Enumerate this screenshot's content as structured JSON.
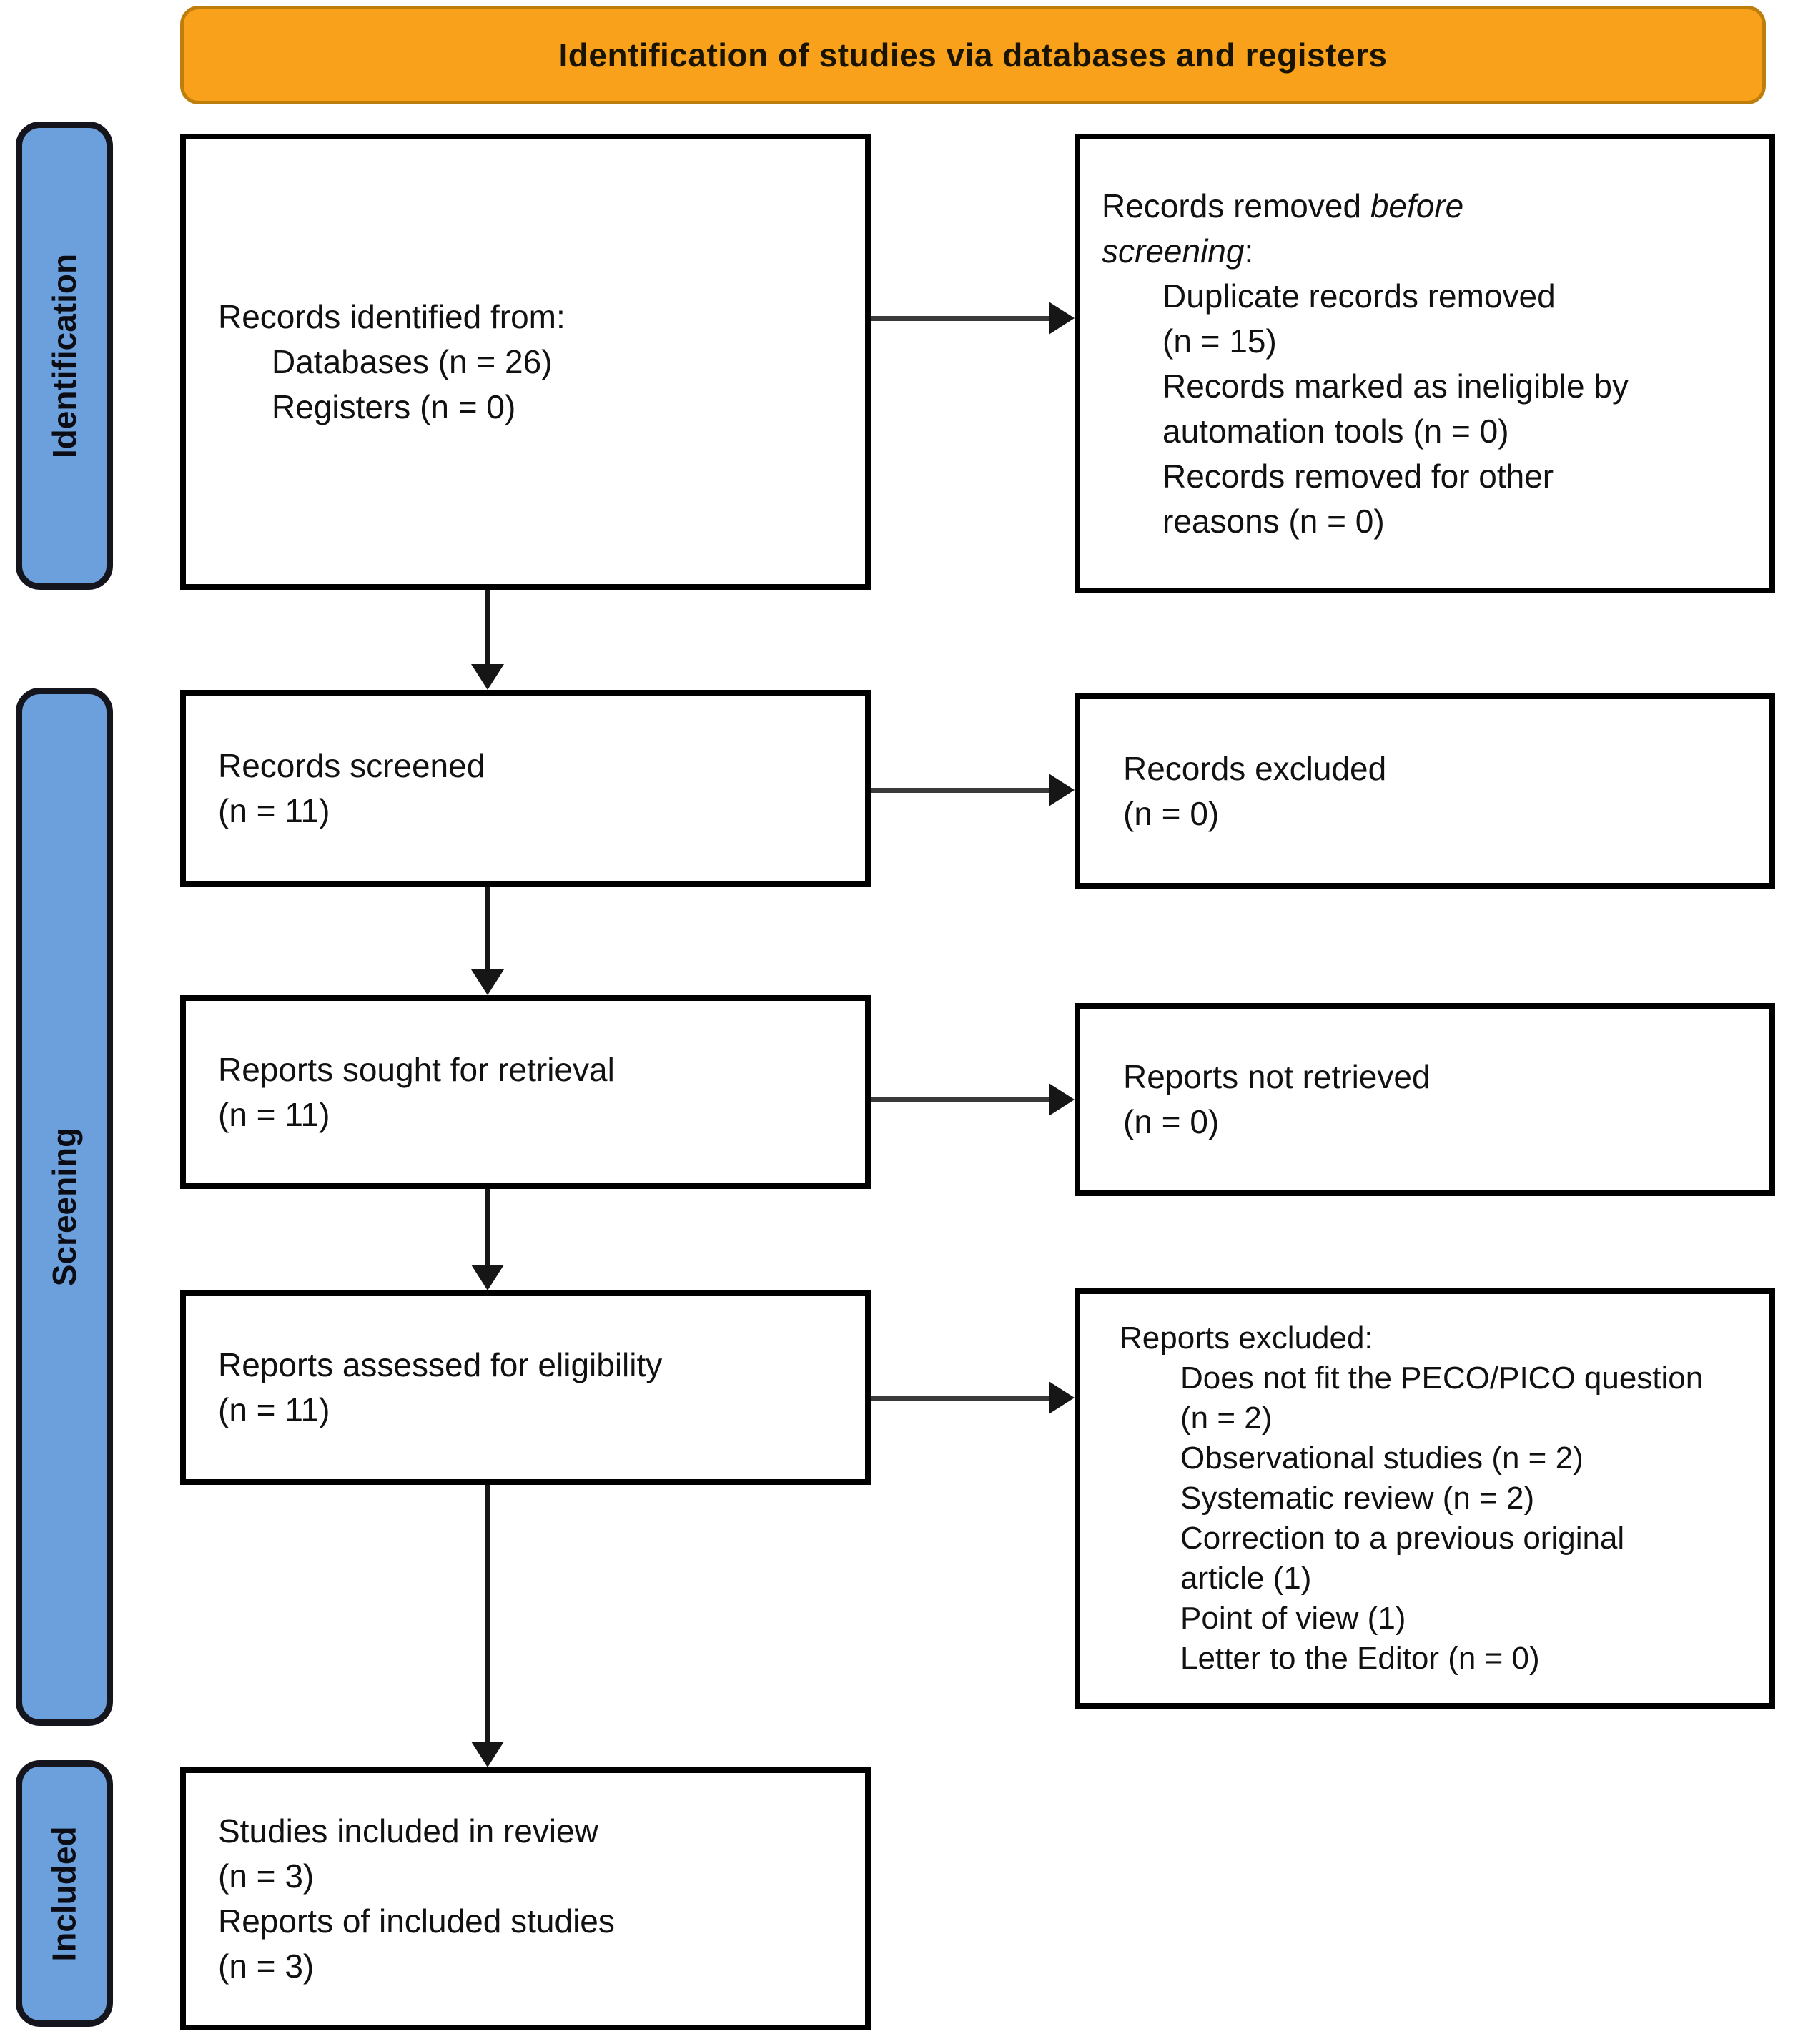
{
  "header": {
    "title": "Identification of studies via databases and registers"
  },
  "sidebar": {
    "identification": "Identification",
    "screening": "Screening",
    "included": "Included"
  },
  "flow": {
    "identified": {
      "title": "Records identified from:",
      "items": [
        "Databases (n = 26)",
        "Registers (n = 0)"
      ]
    },
    "removed": {
      "prefix": "Records removed ",
      "italic": "before screening",
      "suffix": ":",
      "items": [
        "Duplicate records removed (n = 15)",
        "Records marked as ineligible by automation tools (n = 0)",
        "Records removed for other reasons (n = 0)"
      ]
    },
    "screened": {
      "line1": "Records screened",
      "line2": "(n = 11)"
    },
    "records_excluded": {
      "line1": "Records excluded",
      "line2": "(n = 0)"
    },
    "sought": {
      "line1": "Reports sought for retrieval",
      "line2": "(n = 11)"
    },
    "not_retrieved": {
      "line1": "Reports not retrieved",
      "line2": "(n = 0)"
    },
    "assessed": {
      "line1": "Reports assessed for eligibility",
      "line2": "(n = 11)"
    },
    "reports_excluded": {
      "title": "Reports excluded:",
      "items": [
        "Does not fit the PECO/PICO question (n = 2)",
        "Observational studies (n = 2)",
        "Systematic review (n = 2)",
        "Correction to a previous original article (1)",
        "Point of view (1)",
        "Letter to the Editor (n = 0)"
      ]
    },
    "included_box": {
      "lines": [
        "Studies included in review",
        "(n = 3)",
        "Reports of included studies",
        "(n = 3)"
      ]
    }
  },
  "colors": {
    "banner_fill": "#F9A11B",
    "banner_border": "#BD7E0C",
    "stage_fill": "#6CA0DC",
    "stage_border": "#15151E",
    "node_border": "#000000",
    "arrow": "#161616",
    "text": "#111111"
  }
}
